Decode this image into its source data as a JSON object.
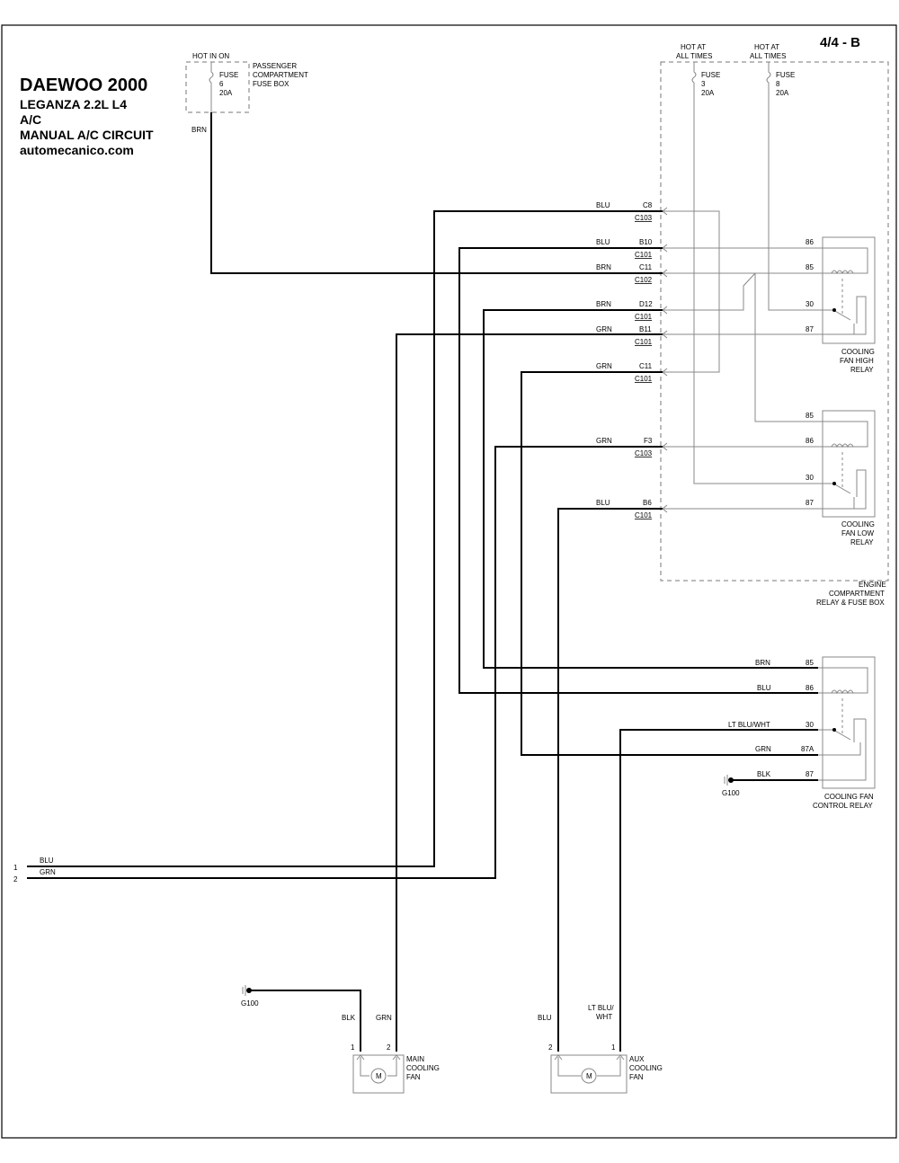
{
  "header": {
    "title": "DAEWOO 2000",
    "model": "LEGANZA  2.2L  L4",
    "system": "A/C",
    "circuit": "MANUAL A/C CIRCUIT",
    "site": "automecanico.com",
    "page": "4/4 - B"
  },
  "fuses": {
    "passenger": {
      "hot": "HOT IN ON",
      "label": "FUSE",
      "number": "6",
      "rating": "20A",
      "box_label": [
        "PASSENGER",
        "COMPARTMENT",
        "FUSE BOX"
      ]
    },
    "fuse3": {
      "hot": [
        "HOT AT",
        "ALL TIMES"
      ],
      "label": "FUSE",
      "number": "3",
      "rating": "20A"
    },
    "fuse8": {
      "hot": [
        "HOT AT",
        "ALL TIMES"
      ],
      "label": "FUSE",
      "number": "8",
      "rating": "20A"
    }
  },
  "engine_box_label": [
    "ENGINE",
    "COMPARTMENT",
    "RELAY & FUSE BOX"
  ],
  "wire_brn_fuse": "BRN",
  "connectors": [
    {
      "color": "BLU",
      "pin": "C8",
      "conn": "C103"
    },
    {
      "color": "BLU",
      "pin": "B10",
      "conn": "C101"
    },
    {
      "color": "BRN",
      "pin": "C11",
      "conn": "C102"
    },
    {
      "color": "BRN",
      "pin": "D12",
      "conn": "C101"
    },
    {
      "color": "GRN",
      "pin": "B11",
      "conn": "C101"
    },
    {
      "color": "GRN",
      "pin": "C11",
      "conn": "C101"
    },
    {
      "color": "GRN",
      "pin": "F3",
      "conn": "C103"
    },
    {
      "color": "BLU",
      "pin": "B6",
      "conn": "C101"
    }
  ],
  "relays": {
    "high": {
      "pins": [
        "86",
        "85",
        "30",
        "87"
      ],
      "label": [
        "COOLING",
        "FAN HIGH",
        "RELAY"
      ]
    },
    "low": {
      "pins": [
        "85",
        "86",
        "30",
        "87"
      ],
      "label": [
        "COOLING",
        "FAN LOW",
        "RELAY"
      ]
    },
    "control": {
      "pins": [
        "85",
        "86",
        "30",
        "87A",
        "87"
      ],
      "wires": [
        "BRN",
        "BLU",
        "LT BLU/WHT",
        "GRN",
        "BLK"
      ],
      "label": [
        "COOLING FAN",
        "CONTROL RELAY"
      ],
      "ground": "G100"
    }
  },
  "left_inputs": [
    {
      "num": "1",
      "color": "BLU"
    },
    {
      "num": "2",
      "color": "GRN"
    }
  ],
  "main_fan": {
    "ground": "G100",
    "wire_left": "BLK",
    "wire_right": "GRN",
    "pin_left": "1",
    "pin_right": "2",
    "label": [
      "MAIN",
      "COOLING",
      "FAN"
    ],
    "motor": "M"
  },
  "aux_fan": {
    "wire_left": "BLU",
    "wire_right": [
      "LT BLU/",
      "WHT"
    ],
    "pin_left": "2",
    "pin_right": "1",
    "label": [
      "AUX",
      "COOLING",
      "FAN"
    ],
    "motor": "M"
  }
}
